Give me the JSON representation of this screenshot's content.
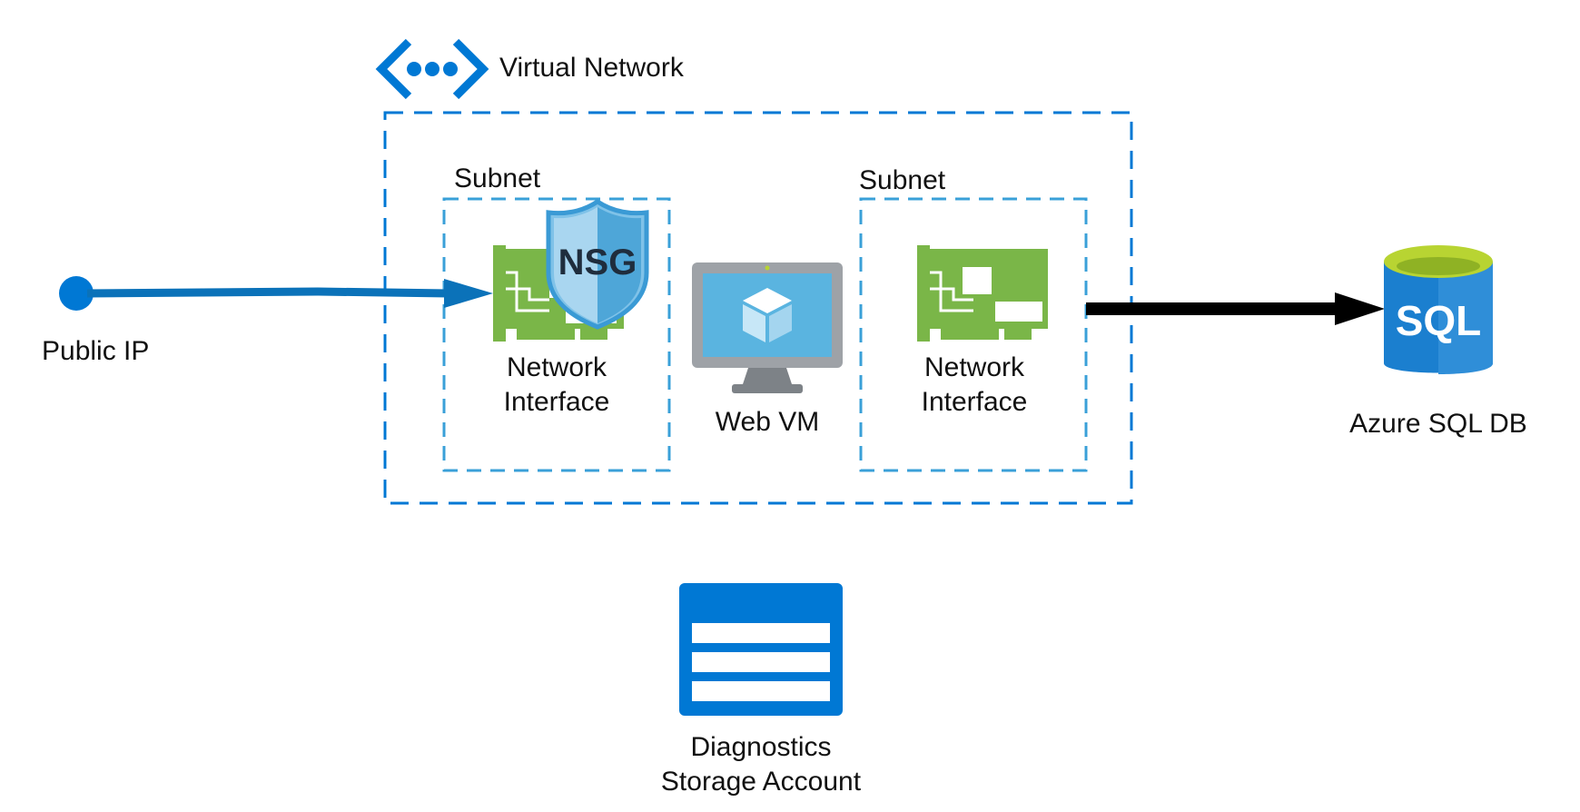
{
  "colors": {
    "azure_blue": "#0078d4",
    "subnet_blue": "#3aa0d8",
    "nic_green": "#7ab648",
    "arrow_blue": "#0b72b9",
    "arrow_black": "#000000",
    "vm_blue": "#5ab4e0",
    "sql_lime": "#b8d432"
  },
  "vnet": {
    "label": "Virtual Network",
    "icon": "virtual-network-icon"
  },
  "public_ip": {
    "label": "Public IP",
    "icon": "public-ip-dot"
  },
  "subnet_left": {
    "label": "Subnet",
    "nic_label_line1": "Network",
    "nic_label_line2": "Interface",
    "nsg_text": "NSG"
  },
  "subnet_right": {
    "label": "Subnet",
    "nic_label_line1": "Network",
    "nic_label_line2": "Interface"
  },
  "web_vm": {
    "label": "Web VM",
    "icon": "virtual-machine-icon"
  },
  "sql_db": {
    "label": "Azure SQL DB",
    "icon_text": "SQL"
  },
  "storage": {
    "label_line1": "Diagnostics",
    "label_line2": "Storage Account",
    "icon": "storage-account-icon"
  },
  "connections": [
    {
      "from": "Public IP",
      "to": "Network Interface (Subnet 1)"
    },
    {
      "from": "Network Interface (Subnet 2)",
      "to": "Azure SQL DB"
    }
  ]
}
